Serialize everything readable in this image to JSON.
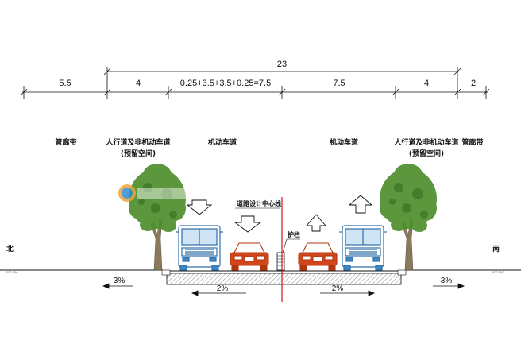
{
  "dimensions": {
    "total": "23",
    "segments": [
      "5.5",
      "4",
      "0.25+3.5+3.5+0.25=7.5",
      "7.5",
      "4",
      "2"
    ]
  },
  "zones": {
    "left_corridor": "管廊带",
    "left_sidewalk_line1": "人行道及非机动车道",
    "left_sidewalk_line2": "(预留空间)",
    "left_motor": "机动车道",
    "right_motor": "机动车道",
    "right_sidewalk_line1": "人行道及非机动车道",
    "right_sidewalk_line2": "(预留空间)",
    "right_corridor": "管廊带"
  },
  "labels": {
    "centerline": "道路设计中心线",
    "guardrail": "护栏",
    "north": "北",
    "south": "南",
    "left_ground_tag": "000.000",
    "right_ground_tag": "000.000"
  },
  "slopes": {
    "left_outer": "3%",
    "left_road": "2%",
    "right_road": "2%",
    "right_outer": "3%"
  },
  "colors": {
    "line": "#111111",
    "centerline": "#d01818",
    "car": "#d2461c",
    "bus": "#3f86c0",
    "tree_leaf": "#4f8f2e",
    "trunk": "#8a7a5a",
    "hatch": "#8c8c8c"
  }
}
